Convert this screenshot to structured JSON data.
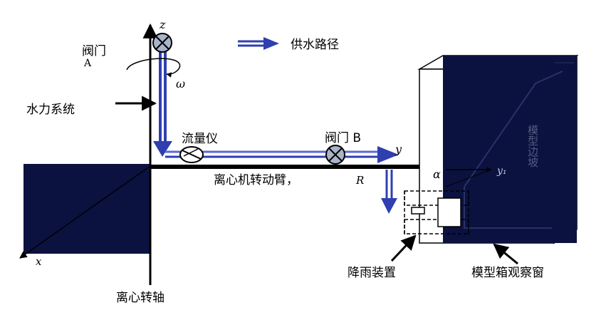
{
  "labels": {
    "z_axis": "z",
    "x_axis": "x",
    "y_axis": "y",
    "omega": "ω",
    "valve_a_line1": "阀门",
    "valve_a_line2": "A",
    "legend": "供水路径",
    "hydraulic_system": "水力系统",
    "flowmeter": "流量仪",
    "valve_b": "阀门 B",
    "centrifuge_arm": "离心机转动臂，",
    "arm_radius": "R",
    "alpha": "α",
    "y1": "y₁",
    "slope": "模型边坡",
    "rain_device": "降雨装置",
    "observation_window": "模型箱观察窗",
    "rotation_axis": "离心转轴"
  },
  "colors": {
    "dark_fill": "#0b1240",
    "water_blue": "#2f3fb0",
    "water_light": "#5a6ad8",
    "line": "#000000"
  },
  "icons": {
    "valve": "valve-icon",
    "flowmeter": "flowmeter-icon",
    "water_arrow": "water-path-arrow-icon"
  }
}
